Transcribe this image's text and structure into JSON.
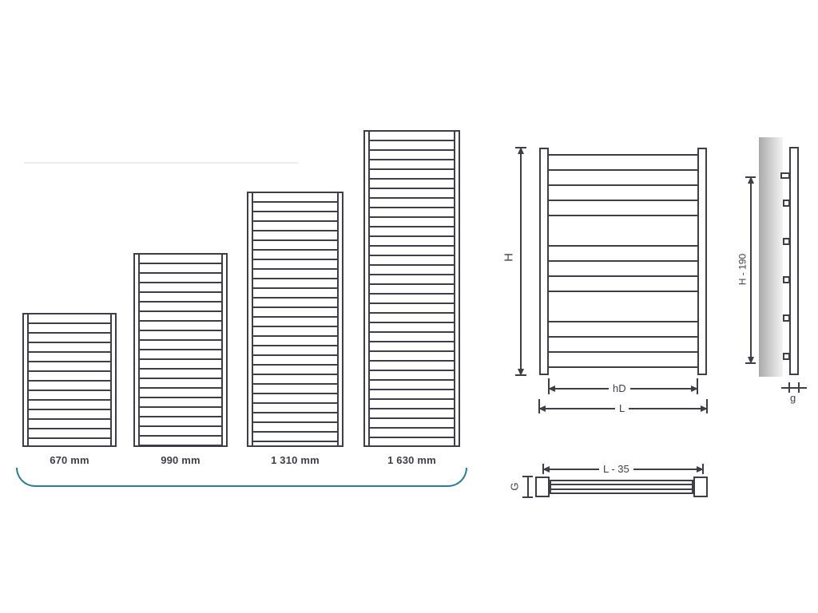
{
  "diagram": {
    "front_sizes": [
      {
        "label": "670 mm"
      },
      {
        "label": "990 mm"
      },
      {
        "label": "1 310 mm"
      },
      {
        "label": "1 630 mm"
      }
    ],
    "dimension_view": {
      "height_label": "H",
      "inner_width_label": "hD",
      "overall_width_label": "L"
    },
    "side_view": {
      "height_label": "H - 190",
      "depth_label": "g"
    },
    "top_view": {
      "width_label": "L - 35",
      "depth_label": "G"
    },
    "colors": {
      "line": "#3e3e46",
      "accent": "#2e7c8f"
    }
  }
}
